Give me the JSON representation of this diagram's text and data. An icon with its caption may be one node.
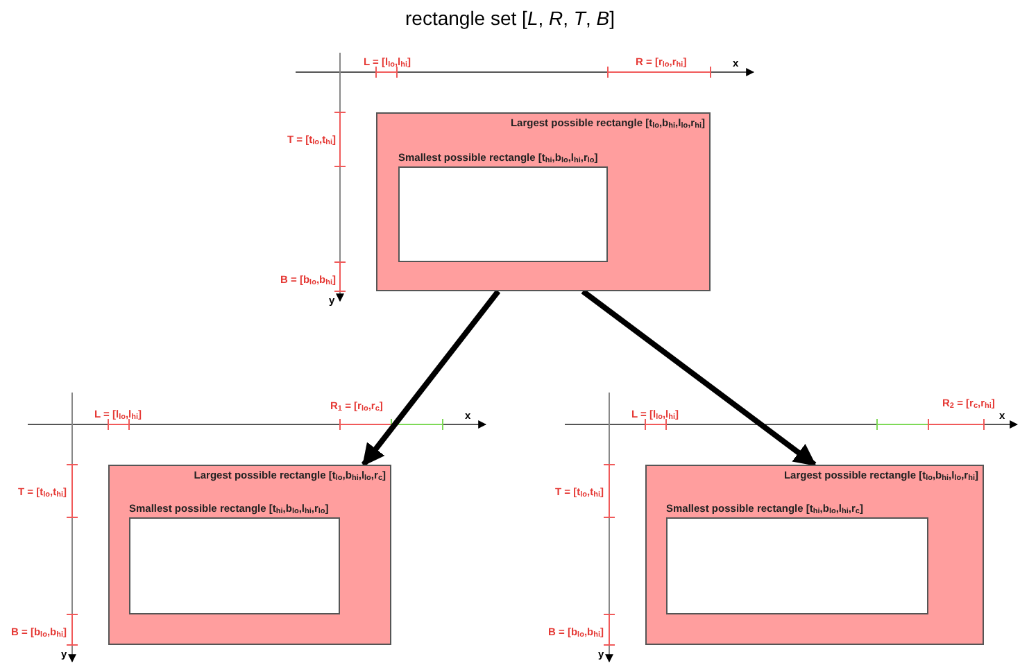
{
  "diagram": {
    "title": "rectangle set [*L*, *R*, *T*, *B*]",
    "nodes": [
      {
        "text": [
          "Largest possible rectangle [t$_{lo}$,b$_{hi}$,l$_{lo}$,r$_{hi}$]"
        ]
      },
      {
        "text": [
          "Smallest possible rectangle [t$_{hi}$,b$_{lo}$,l$_{hi}$,r$_{lo}$]"
        ],
        "in": 0
      },
      {
        "text": [
          "Largest possible rectangle [t$_{lo}$,b$_{hi}$,l$_{lo}$,r$_{c}$]"
        ]
      },
      {
        "text": [
          "Smallest possible rectangle [t$_{hi}$,b$_{lo}$,l$_{hi}$,r$_{lo}$]"
        ],
        "in": 2
      },
      {
        "text": [
          "Largest possible rectangle [t$_{lo}$,b$_{hi}$,l$_{lo}$,r$_{hi}$]"
        ]
      },
      {
        "text": [
          "Smallest possible rectangle [t$_{hi}$,b$_{lo}$,l$_{hi}$,r$_{c}$]"
        ],
        "in": 4
      }
    ],
    "edges": [
      {
        "from": 0,
        "to": 2,
        "arrow": "to"
      },
      {
        "from": 0,
        "to": 4,
        "arrow": "to"
      }
    ],
    "labels": [
      "L = [l$_{lo}$,l$_{hi}$]",
      "R = [r$_{lo}$,r$_{hi}$]",
      "x",
      "T = [t$_{lo}$,t$_{hi}$]",
      "B = [b$_{lo}$,b$_{hi}$]",
      "y",
      "L = [l$_{lo}$,l$_{hi}$]",
      "R$_{1}$ = [r$_{lo}$,r$_{c}$]",
      "x",
      "T = [t$_{lo}$,t$_{hi}$]",
      "B = [b$_{lo}$,b$_{hi}$]",
      "y",
      "L = [l$_{lo}$,l$_{hi}$]",
      "R$_{2}$ = [r$_{c}$,r$_{hi}$]",
      "x",
      "T = [t$_{lo}$,t$_{hi}$]",
      "B = [b$_{lo}$,b$_{hi}$]",
      "y"
    ]
  }
}
